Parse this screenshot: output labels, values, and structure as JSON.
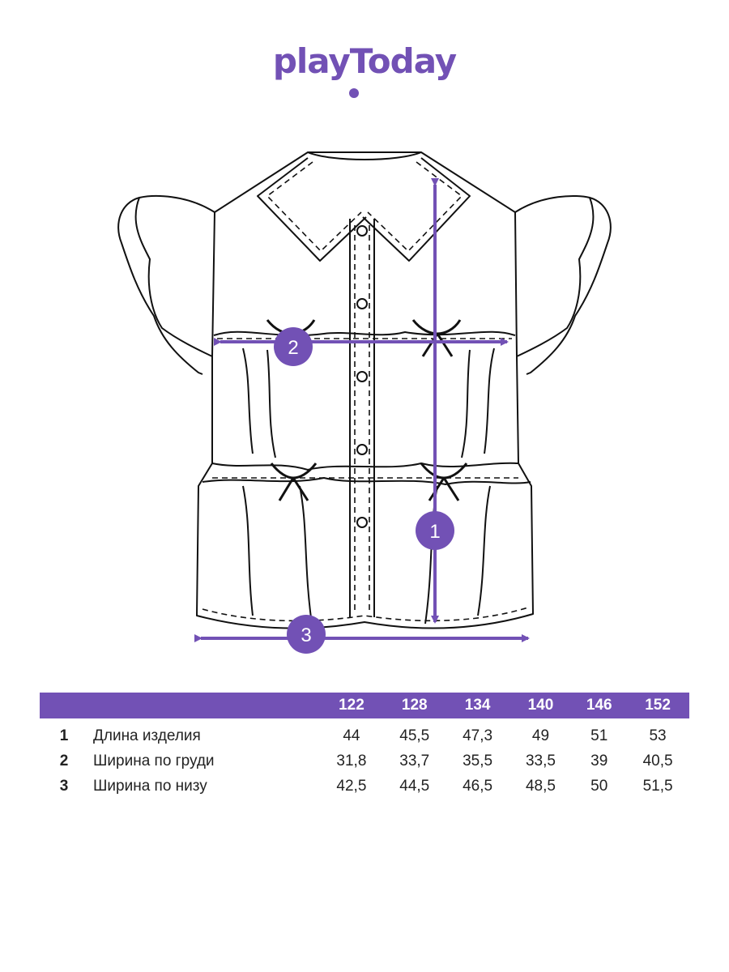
{
  "brand": {
    "logo_text": "playToday",
    "color": "#7251b5"
  },
  "diagram": {
    "markers": [
      {
        "id": "1",
        "label": "1"
      },
      {
        "id": "2",
        "label": "2"
      },
      {
        "id": "3",
        "label": "3"
      }
    ],
    "arrow_color": "#7251b5"
  },
  "size_table": {
    "header_color": "#7251b5",
    "sizes": [
      "122",
      "128",
      "134",
      "140",
      "146",
      "152"
    ],
    "rows": [
      {
        "num": "1",
        "label": "Длина изделия",
        "values": [
          "44",
          "45,5",
          "47,3",
          "49",
          "51",
          "53"
        ]
      },
      {
        "num": "2",
        "label": "Ширина по груди",
        "values": [
          "31,8",
          "33,7",
          "35,5",
          "33,5",
          "39",
          "40,5"
        ]
      },
      {
        "num": "3",
        "label": "Ширина по низу",
        "values": [
          "42,5",
          "44,5",
          "46,5",
          "48,5",
          "50",
          "51,5"
        ]
      }
    ]
  }
}
